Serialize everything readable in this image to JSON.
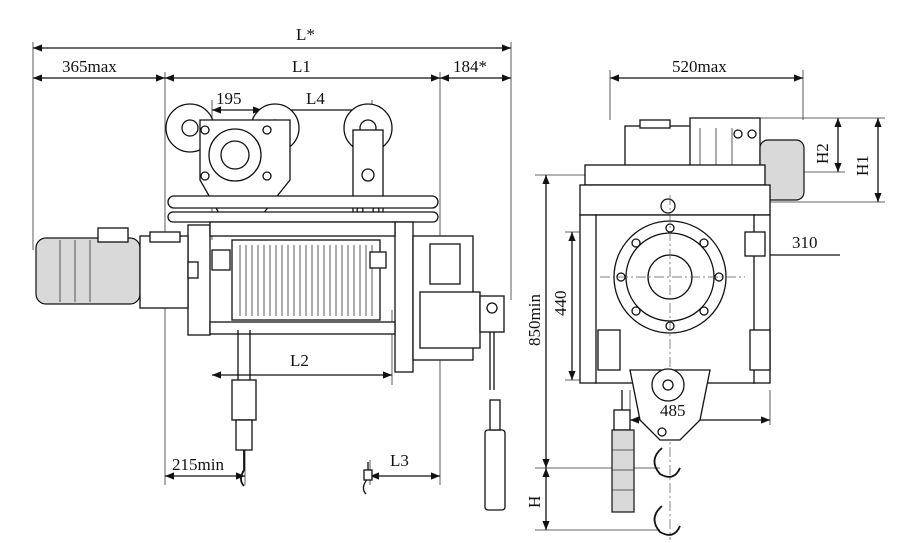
{
  "labels": {
    "l_star": "L*",
    "max_365": "365max",
    "l1": "L1",
    "l184": "184*",
    "d195": "195",
    "l4": "L4",
    "l2": "L2",
    "min215": "215min",
    "l3": "L3",
    "max520": "520max",
    "h2": "H2",
    "h1": "H1",
    "d310": "310",
    "d440": "440",
    "min850": "850min",
    "d485": "485",
    "h": "H"
  }
}
